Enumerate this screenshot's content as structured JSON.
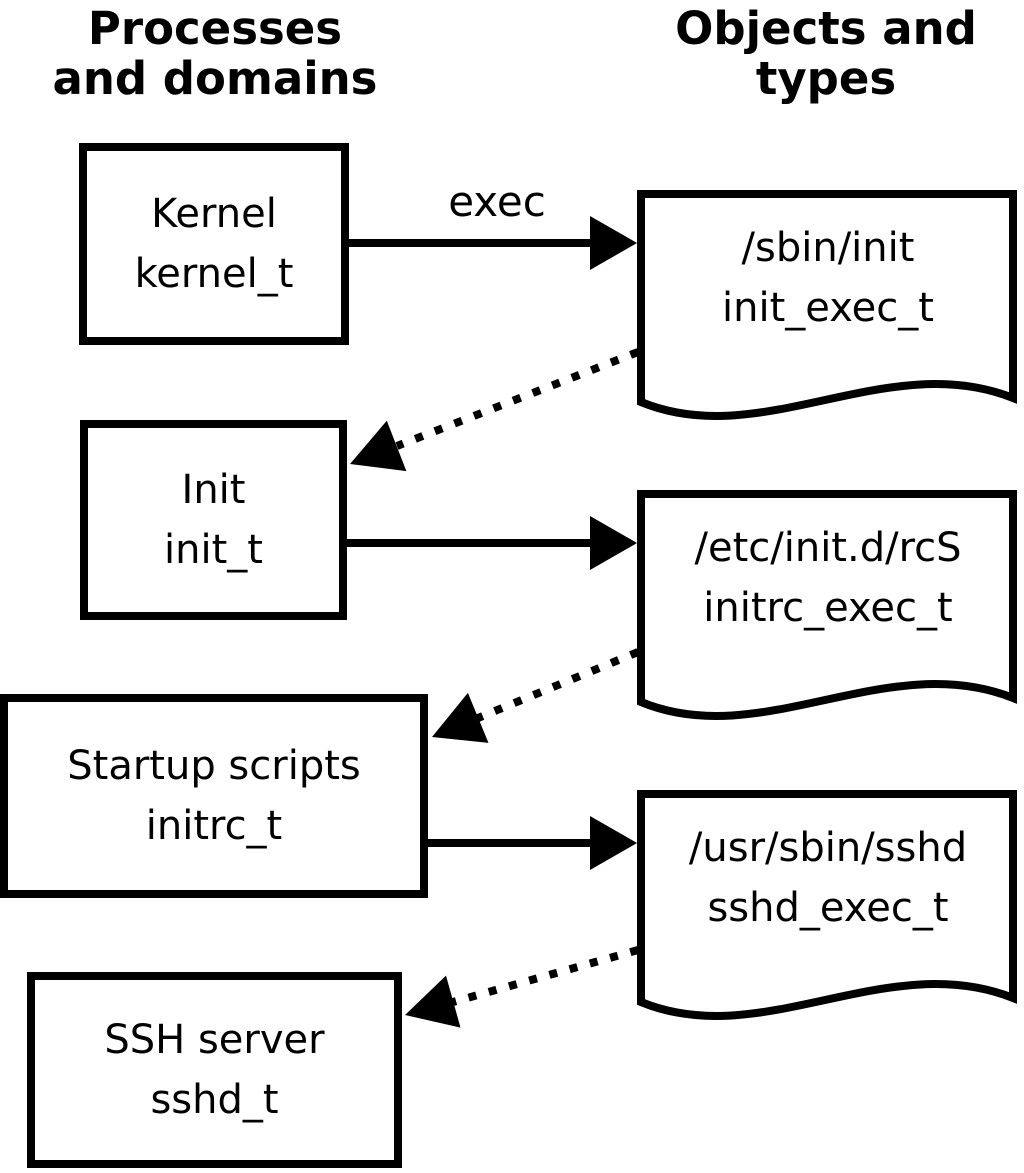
{
  "headers": {
    "left": {
      "line1": "Processes",
      "line2": "and domains"
    },
    "right": {
      "line1": "Objects and",
      "line2": "types"
    }
  },
  "edge_label": "exec",
  "process_boxes": [
    {
      "name": "Kernel",
      "type": "kernel_t"
    },
    {
      "name": "Init",
      "type": "init_t"
    },
    {
      "name": "Startup scripts",
      "type": "initrc_t"
    },
    {
      "name": "SSH server",
      "type": "sshd_t"
    }
  ],
  "object_docs": [
    {
      "path": "/sbin/init",
      "type": "init_exec_t"
    },
    {
      "path": "/etc/init.d/rcS",
      "type": "initrc_exec_t"
    },
    {
      "path": "/usr/sbin/sshd",
      "type": "sshd_exec_t"
    }
  ],
  "colors": {
    "foreground": "#000000",
    "background": "#ffffff"
  }
}
